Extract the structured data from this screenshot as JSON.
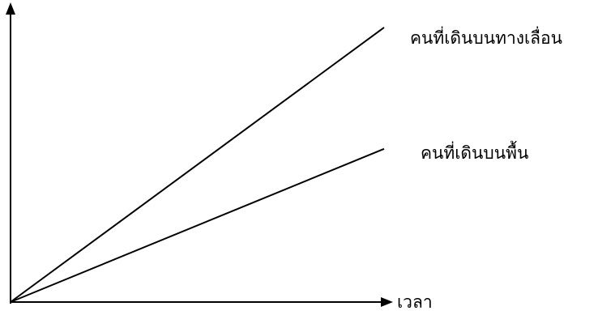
{
  "chart_data": {
    "type": "line",
    "title": "",
    "xlabel": "เวลา",
    "ylabel": "",
    "xlim": [
      0,
      10
    ],
    "ylim": [
      0,
      10
    ],
    "grid": false,
    "series": [
      {
        "name": "คนที่เดินบนทางเลื่อน",
        "x": [
          0,
          10
        ],
        "y": [
          0,
          9.5
        ]
      },
      {
        "name": "คนที่เดินบนพื้น",
        "x": [
          0,
          10
        ],
        "y": [
          0,
          5.3
        ]
      }
    ],
    "colors": {
      "line": "#000000",
      "axis": "#000000",
      "background": "#ffffff"
    }
  }
}
